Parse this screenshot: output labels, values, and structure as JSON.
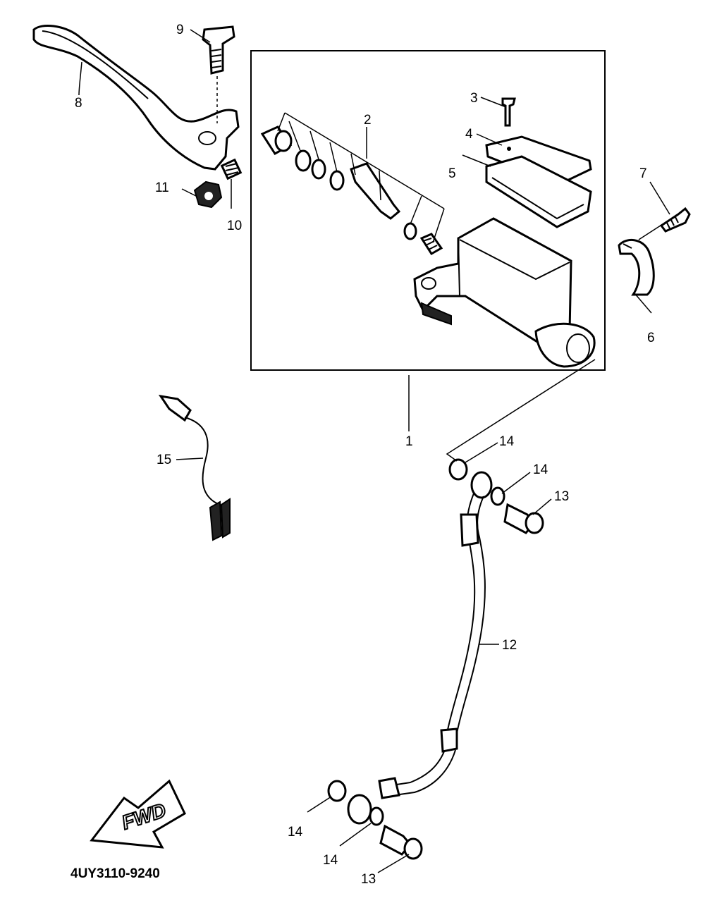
{
  "diagram": {
    "code": "4UY3110-9240",
    "fwd_text": "FWD",
    "callouts": [
      {
        "id": "c1",
        "text": "1"
      },
      {
        "id": "c2",
        "text": "2"
      },
      {
        "id": "c3",
        "text": "3"
      },
      {
        "id": "c4",
        "text": "4"
      },
      {
        "id": "c5",
        "text": "5"
      },
      {
        "id": "c6",
        "text": "6"
      },
      {
        "id": "c7",
        "text": "7"
      },
      {
        "id": "c8",
        "text": "8"
      },
      {
        "id": "c9",
        "text": "9"
      },
      {
        "id": "c10",
        "text": "10"
      },
      {
        "id": "c11",
        "text": "11"
      },
      {
        "id": "c12",
        "text": "12"
      },
      {
        "id": "c13a",
        "text": "13"
      },
      {
        "id": "c13b",
        "text": "13"
      },
      {
        "id": "c14a",
        "text": "14"
      },
      {
        "id": "c14b",
        "text": "14"
      },
      {
        "id": "c14c",
        "text": "14"
      },
      {
        "id": "c14d",
        "text": "14"
      },
      {
        "id": "c15",
        "text": "15"
      }
    ]
  }
}
